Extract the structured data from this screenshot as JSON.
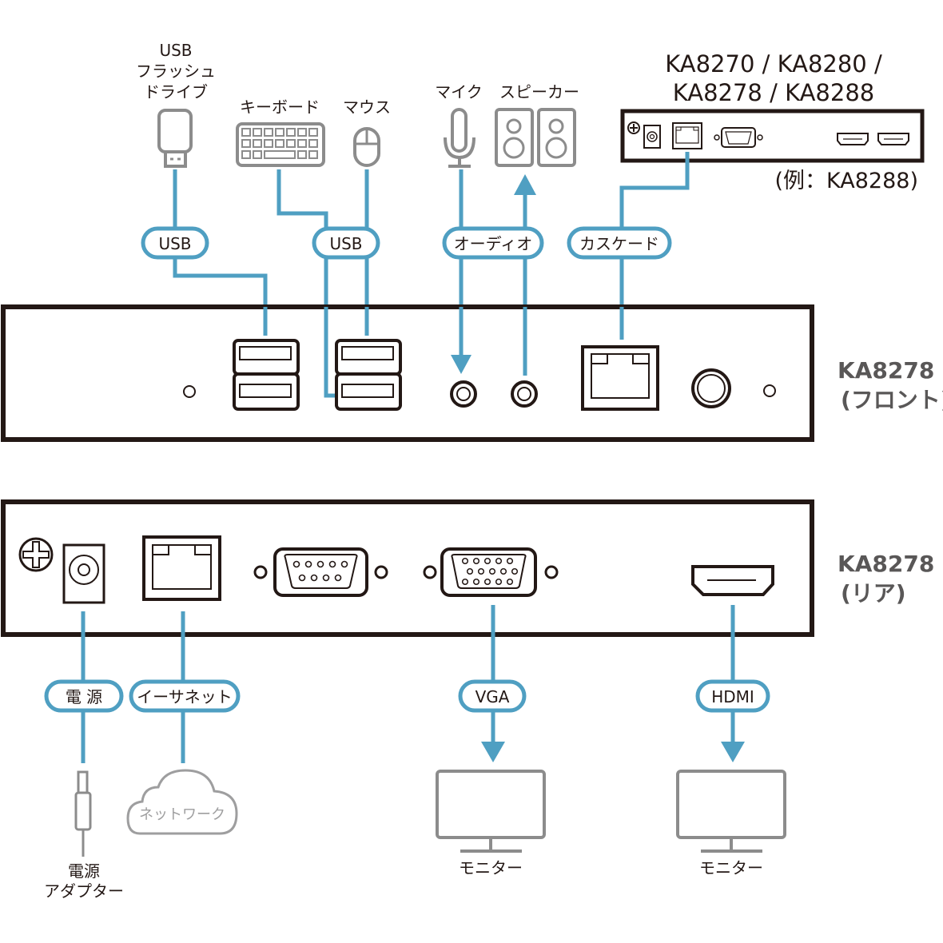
{
  "colors": {
    "wire": "#4f9fc2",
    "device_outline": "#231815",
    "peripheral_outline": "#8c8c8c",
    "side_label": "#595757"
  },
  "top_model": {
    "title_line1": "KA8270 / KA8280 /",
    "title_line2": "KA8278 / KA8288",
    "example": "(例：KA8288)"
  },
  "peripherals_top": {
    "usb_flash": [
      "USB",
      "フラッシュ",
      "ドライブ"
    ],
    "keyboard": "キーボード",
    "mouse": "マウス",
    "mic": "マイク",
    "speaker": "スピーカー"
  },
  "connection_labels_top": {
    "usb1": "USB",
    "usb2": "USB",
    "audio": "オーディオ",
    "cascade": "カスケード"
  },
  "front_unit": {
    "model": "KA8278",
    "side": "(フロント)"
  },
  "rear_unit": {
    "model": "KA8278",
    "side": "(リア)"
  },
  "connection_labels_bottom": {
    "power": "電 源",
    "ethernet": "イーサネット",
    "vga": "VGA",
    "hdmi": "HDMI"
  },
  "peripherals_bottom": {
    "power_adapter": [
      "電源",
      "アダプター"
    ],
    "network": "ネットワーク",
    "monitor_vga": "モニター",
    "monitor_hdmi": "モニター"
  }
}
